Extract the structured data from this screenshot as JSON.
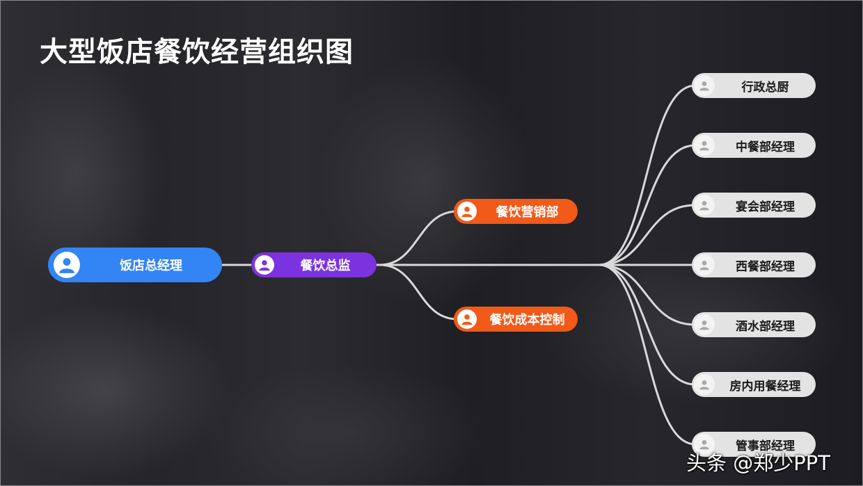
{
  "title": "大型饭店餐饮经营组织图",
  "colors": {
    "root": "#3384f5",
    "director": "#7b33df",
    "department": "#f15a18",
    "manager": "#e3e3e3",
    "lines": "#d9d9d9"
  },
  "root": {
    "label": "饭店总经理",
    "icon": "user-icon"
  },
  "director": {
    "label": "餐饮总监",
    "icon": "user-icon"
  },
  "departments": [
    {
      "label": "餐饮营销部",
      "icon": "user-icon"
    },
    {
      "label": "餐饮成本控制",
      "icon": "user-icon"
    }
  ],
  "managers": [
    {
      "label": "行政总厨",
      "icon": "user-icon"
    },
    {
      "label": "中餐部经理",
      "icon": "user-icon"
    },
    {
      "label": "宴会部经理",
      "icon": "user-icon"
    },
    {
      "label": "西餐部经理",
      "icon": "user-icon"
    },
    {
      "label": "酒水部经理",
      "icon": "user-icon"
    },
    {
      "label": "房内用餐经理",
      "icon": "user-icon"
    },
    {
      "label": "管事部经理",
      "icon": "user-icon"
    }
  ],
  "watermark": "头条 @郑少PPT"
}
